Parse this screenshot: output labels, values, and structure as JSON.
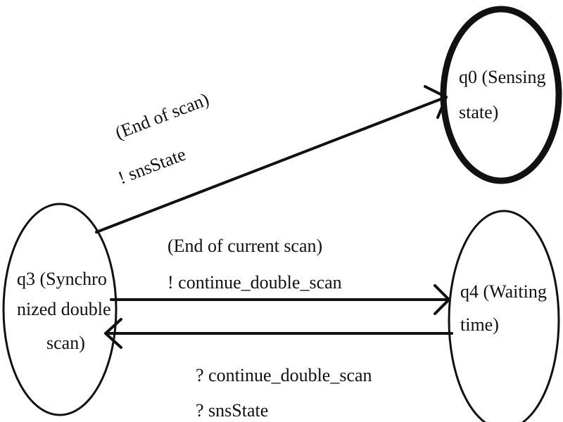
{
  "states": {
    "q0": {
      "line1": "q0 (Sensing",
      "line2": "state)"
    },
    "q3": {
      "line1": "q3 (Synchro",
      "line2": "nized double",
      "line3": "scan)"
    },
    "q4": {
      "line1": "q4  (Waiting",
      "line2": "time)"
    }
  },
  "transitions": {
    "q3_to_q0": {
      "event": "(End of scan)",
      "action": "! snsState"
    },
    "q3_to_q4": {
      "event": "(End of current scan)",
      "action": "! continue_double_scan"
    },
    "q4_to_q3": {
      "guard1": "? continue_double_scan",
      "guard2": "? snsState"
    }
  },
  "colors": {
    "ink": "#111111",
    "background": "#ffffff"
  }
}
